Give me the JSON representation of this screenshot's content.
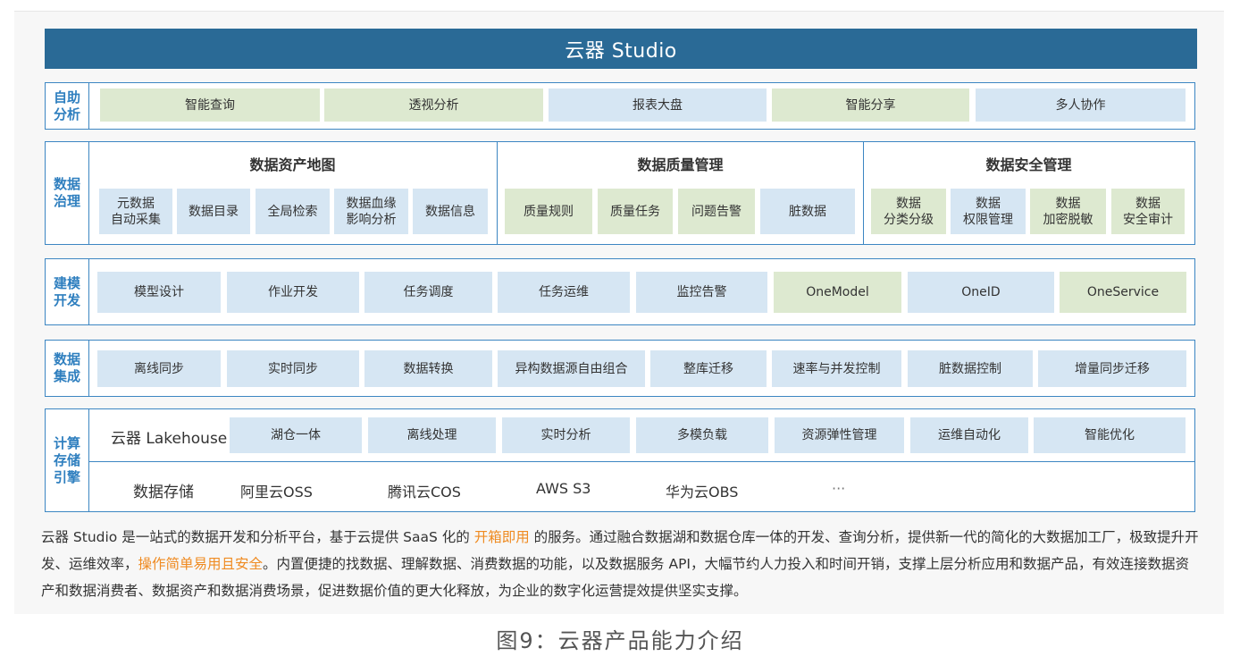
{
  "banner": "云器 Studio",
  "row1": {
    "label": "自助\n分析",
    "items": [
      "智能查询",
      "透视分析",
      "报表大盘",
      "智能分享",
      "多人协作"
    ]
  },
  "row2": {
    "label": "数据\n治理",
    "groups": [
      {
        "title": "数据资产地图",
        "items": [
          "元数据\n自动采集",
          "数据目录",
          "全局检索",
          "数据血缘\n影响分析",
          "数据信息"
        ]
      },
      {
        "title": "数据质量管理",
        "items": [
          "质量规则",
          "质量任务",
          "问题告警",
          "脏数据"
        ]
      },
      {
        "title": "数据安全管理",
        "items": [
          "数据\n分类分级",
          "数据\n权限管理",
          "数据\n加密脱敏",
          "数据\n安全审计"
        ]
      }
    ]
  },
  "row3": {
    "label": "建模\n开发",
    "items": [
      "模型设计",
      "作业开发",
      "任务调度",
      "任务运维",
      "监控告警",
      "OneModel",
      "OneID",
      "OneService"
    ]
  },
  "row4": {
    "label": "数据\n集成",
    "items": [
      "离线同步",
      "实时同步",
      "数据转换",
      "异构数据源自由组合",
      "整库迁移",
      "速率与并发控制",
      "脏数据控制",
      "增量同步迁移"
    ]
  },
  "row5": {
    "label": "计算\n存储\n引擎",
    "lakehouse": "云器 Lakehouse",
    "items": [
      "湖仓一体",
      "离线处理",
      "实时分析",
      "多模负载",
      "资源弹性管理",
      "运维自动化",
      "智能优化"
    ],
    "storage_label": "数据存储",
    "storage": [
      "阿里云OSS",
      "腾讯云COS",
      "AWS S3",
      "华为云OBS",
      "···"
    ]
  },
  "description": {
    "p1": "云器 Studio 是一站式的数据开发和分析平台，基于云提供 SaaS 化的 ",
    "h1": "开箱即用",
    "p2": " 的服务。通过融合数据湖和数据仓库一体的开发、查询分析，提供新一代的简化的大数据加工厂，极致提升开发、运维效率，",
    "h2": "操作简单易用且安全",
    "p3": "。内置便捷的找数据、理解数据、消费数据的功能，以及数据服务 API，大幅节约人力投入和时间开销，支撑上层分析应用和数据产品，有效连接数据资产和数据消费者、数据资产和数据消费场景，促进数据价值的更大化释放，为企业的数字化运营提效提供坚实支撑。"
  },
  "caption": "图9：云器产品能力介绍",
  "colors": {
    "banner": "#2a6a96",
    "border": "#3c86c2",
    "green": "#dde9d0",
    "blue": "#d6e6f3",
    "highlight": "#ef8b22"
  }
}
